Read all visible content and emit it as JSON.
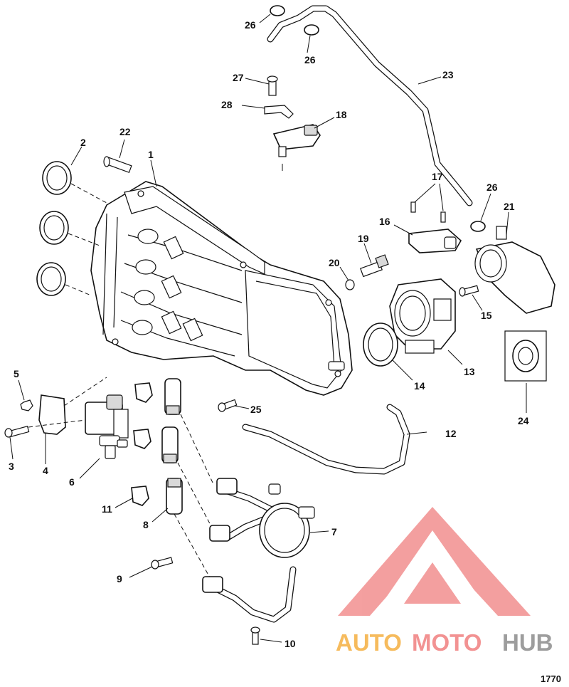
{
  "diagram": {
    "figure_number": "1770",
    "callouts": [
      "1",
      "2",
      "3",
      "4",
      "5",
      "6",
      "7",
      "8",
      "9",
      "10",
      "11",
      "12",
      "13",
      "14",
      "15",
      "16",
      "17",
      "18",
      "19",
      "20",
      "21",
      "22",
      "23",
      "24",
      "25",
      "26",
      "27",
      "28"
    ],
    "callout_26_second": "26",
    "callout_26_third": "26"
  },
  "watermark": {
    "part1": "AUTO",
    "part2": "MOTO",
    "part3": "HUB",
    "color_orange": "#f5b041",
    "color_red": "#f08080",
    "color_gray": "#8c8c8c"
  }
}
